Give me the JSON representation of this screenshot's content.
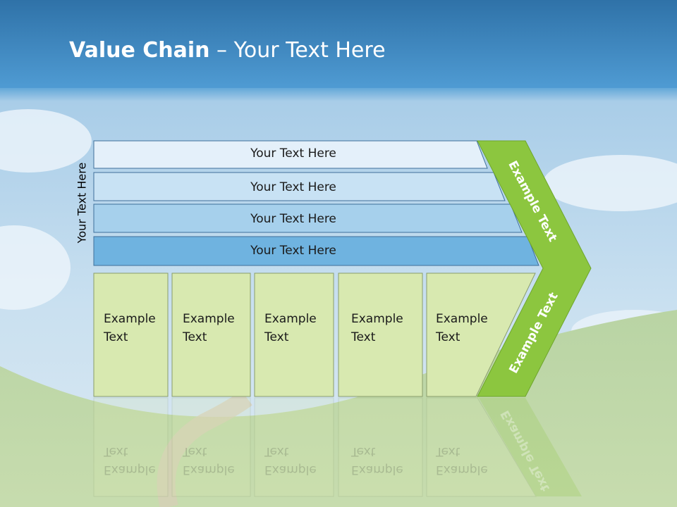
{
  "title": {
    "bold": "Value Chain",
    "rest": " – Your Text Here"
  },
  "side_label": "Your Text Here",
  "bars": [
    {
      "label": "Your Text Here",
      "color": "#e4f0fa"
    },
    {
      "label": "Your Text Here",
      "color": "#c8e2f4"
    },
    {
      "label": "Your Text Here",
      "color": "#a6d0ec"
    },
    {
      "label": "Your Text Here",
      "color": "#6fb3e0"
    }
  ],
  "boxes": [
    {
      "line1": "Example",
      "line2": "Text"
    },
    {
      "line1": "Example",
      "line2": "Text"
    },
    {
      "line1": "Example",
      "line2": "Text"
    },
    {
      "line1": "Example",
      "line2": "Text"
    },
    {
      "line1": "Example",
      "line2": "Text"
    }
  ],
  "chevron": {
    "top": "Example Text",
    "bottom": "Example Text",
    "color": "#8cc63f"
  },
  "colors": {
    "box_fill": "#d8e9b0",
    "box_stroke": "#8a9d6a",
    "bar_stroke": "#3f6f9a"
  }
}
